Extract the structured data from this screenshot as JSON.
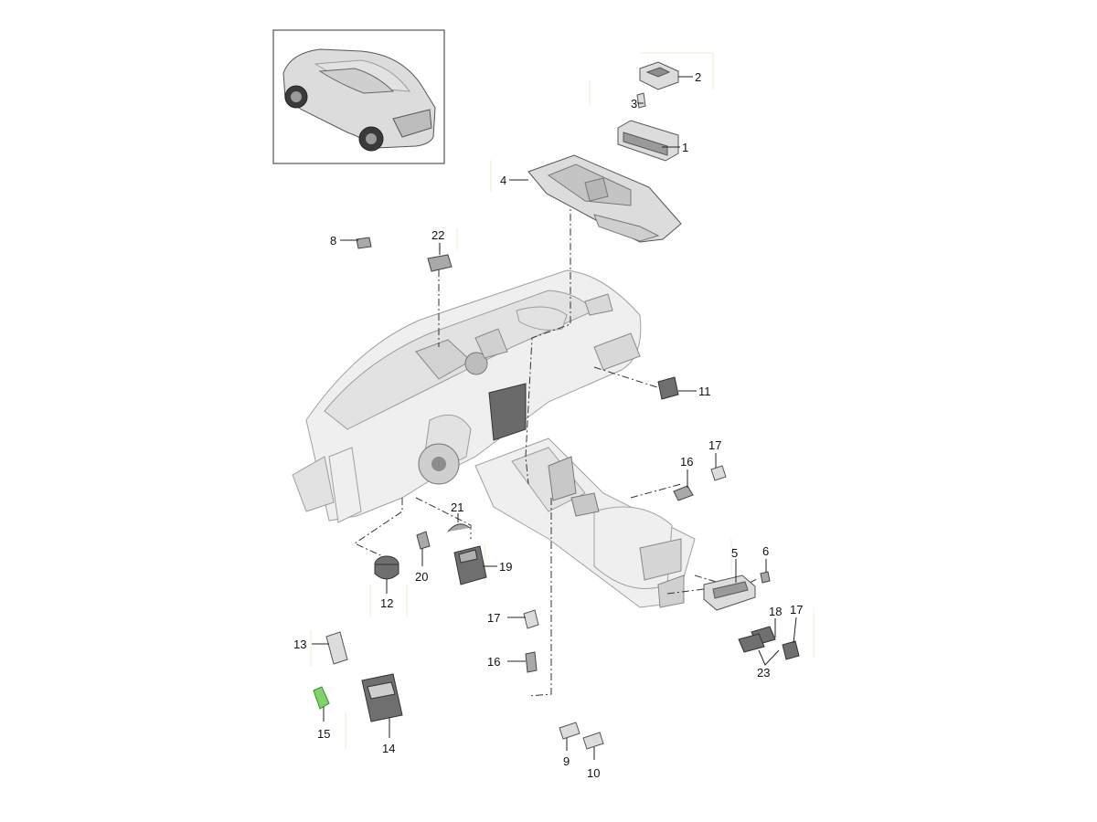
{
  "parts": [
    {
      "id": "part-1",
      "label": "1"
    },
    {
      "id": "part-2",
      "label": "2"
    },
    {
      "id": "part-3",
      "label": "3"
    },
    {
      "id": "part-4",
      "label": "4"
    },
    {
      "id": "part-5",
      "label": "5"
    },
    {
      "id": "part-6",
      "label": "6"
    },
    {
      "id": "part-8",
      "label": "8"
    },
    {
      "id": "part-9",
      "label": "9"
    },
    {
      "id": "part-10",
      "label": "10"
    },
    {
      "id": "part-11",
      "label": "11"
    },
    {
      "id": "part-12",
      "label": "12"
    },
    {
      "id": "part-13",
      "label": "13"
    },
    {
      "id": "part-14",
      "label": "14"
    },
    {
      "id": "part-15",
      "label": "15"
    },
    {
      "id": "part-16a",
      "label": "16"
    },
    {
      "id": "part-16b",
      "label": "16"
    },
    {
      "id": "part-17a",
      "label": "17"
    },
    {
      "id": "part-17b",
      "label": "17"
    },
    {
      "id": "part-17c",
      "label": "17"
    },
    {
      "id": "part-18",
      "label": "18"
    },
    {
      "id": "part-19",
      "label": "19"
    },
    {
      "id": "part-20",
      "label": "20"
    },
    {
      "id": "part-21",
      "label": "21"
    },
    {
      "id": "part-22",
      "label": "22"
    },
    {
      "id": "part-23",
      "label": "23"
    }
  ],
  "colors": {
    "highlight": "#7fd36b",
    "line": "#222222",
    "part_gray": "#dcdcdc"
  }
}
